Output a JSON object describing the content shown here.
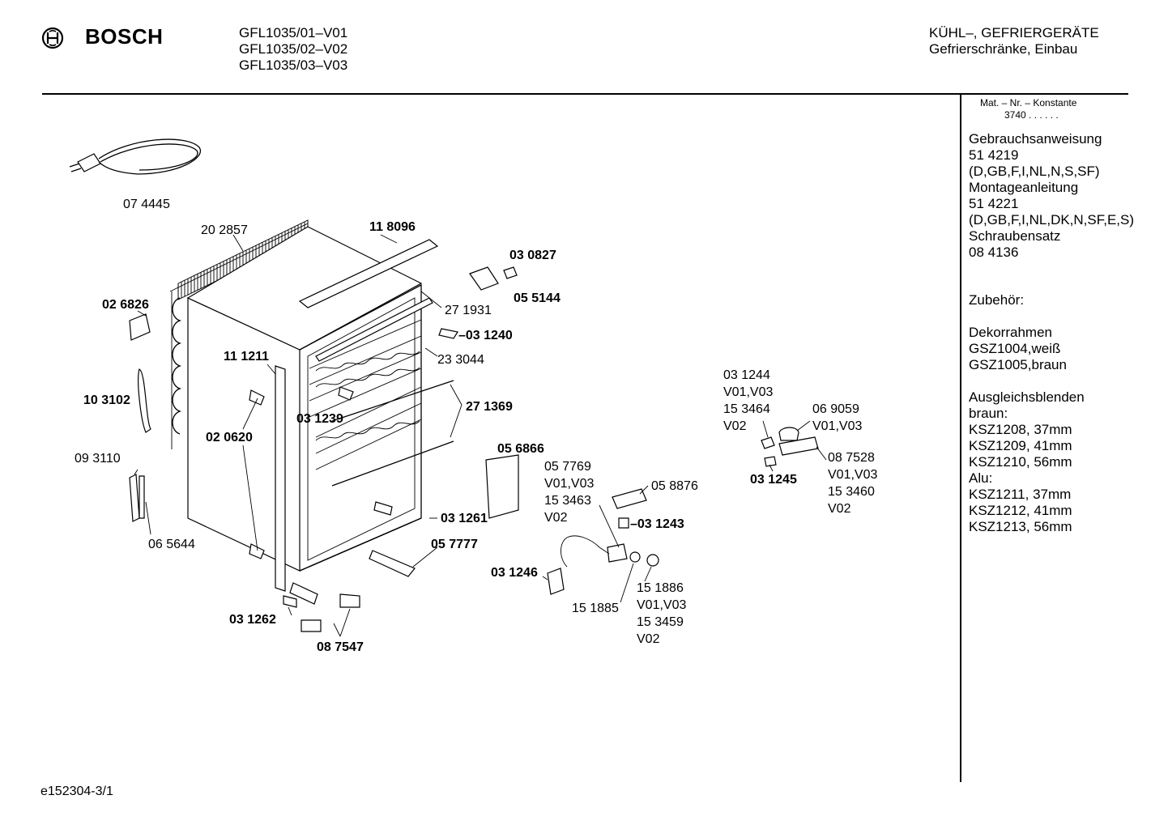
{
  "brand": {
    "name": "BOSCH",
    "logo_icon": "bosch-armature-icon"
  },
  "header": {
    "models": [
      "GFL1035/01–V01",
      "GFL1035/02–V02",
      "GFL1035/03–V03"
    ],
    "category_line1": "KÜHL–, GEFRIERGERÄTE",
    "category_line2": "Gefrierschränke, Einbau"
  },
  "sidebar": {
    "mat_label": "Mat. – Nr. – Konstante",
    "mat_value": "3740 .  .  .  .  .  .",
    "lines": [
      "Gebrauchsanweisung",
      "51 4219",
      "(D,GB,F,I,NL,N,S,SF)",
      "Montageanleitung",
      "51 4221",
      "(D,GB,F,I,NL,DK,N,SF,E,S)",
      "Schraubensatz",
      "08 4136"
    ],
    "accessories_title": "Zubehör:",
    "frames": [
      "Dekorrahmen",
      "GSZ1004,weiß",
      "GSZ1005,braun"
    ],
    "panels": [
      "Ausgleichsblenden",
      "braun:",
      "KSZ1208, 37mm",
      "KSZ1209, 41mm",
      "KSZ1210, 56mm",
      "Alu:",
      "KSZ1211, 37mm",
      "KSZ1212, 41mm",
      "KSZ1213, 56mm"
    ]
  },
  "parts": {
    "p074445": "07 4445",
    "p202857": "20 2857",
    "p118096": "11 8096",
    "p030827": "03 0827",
    "p055144": "05 5144",
    "p026826": "02 6826",
    "p271931": "27 1931",
    "p031240": "–03 1240",
    "p111211": "11 1211",
    "p233044": "23 3044",
    "p103102": "10 3102",
    "p271369": "27 1369",
    "p031239": "03 1239",
    "p020620": "02 0620",
    "p093110": "09 3110",
    "p065644": "06 5644",
    "p056866": "05 6866",
    "p031261": "03 1261",
    "p057777": "05 7777",
    "p031262": "03 1262",
    "p087547": "08 7547",
    "p057769": [
      "05 7769",
      "V01,V03",
      "15 3463",
      "V02"
    ],
    "p058876": "05 8876",
    "p031243": "–03 1243",
    "p031246": "03 1246",
    "p151885": "15 1885",
    "p151886": [
      "15 1886",
      "V01,V03",
      "15 3459",
      "V02"
    ],
    "p031244": [
      "03 1244",
      "V01,V03",
      "15 3464",
      "V02"
    ],
    "p069059": [
      "06 9059",
      "V01,V03"
    ],
    "p087528": [
      "08 7528",
      "V01,V03",
      "15 3460",
      "V02"
    ],
    "p031245": "03 1245"
  },
  "footer": {
    "doc_id": "e152304-3/1"
  }
}
